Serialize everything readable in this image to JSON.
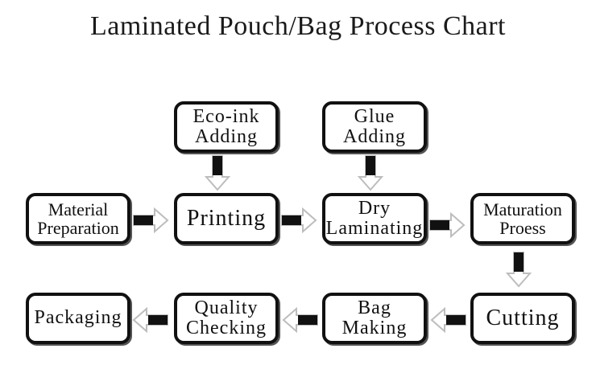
{
  "title": "Laminated Pouch/Bag Process Chart",
  "steps": {
    "eco_ink": [
      "Eco-ink",
      "Adding"
    ],
    "glue": [
      "Glue",
      "Adding"
    ],
    "material": [
      "Material",
      "Preparation"
    ],
    "printing": "Printing",
    "dry": [
      "Dry",
      "Laminating"
    ],
    "maturation": [
      "Maturation",
      "Proess"
    ],
    "cutting": "Cutting",
    "bag_making": [
      "Bag",
      "Making"
    ],
    "quality": [
      "Quality",
      "Checking"
    ],
    "packaging": "Packaging"
  },
  "colors": {
    "border": "#111111",
    "arrow_fill": "#111111",
    "arrow_outline": "#bdbdbd"
  }
}
